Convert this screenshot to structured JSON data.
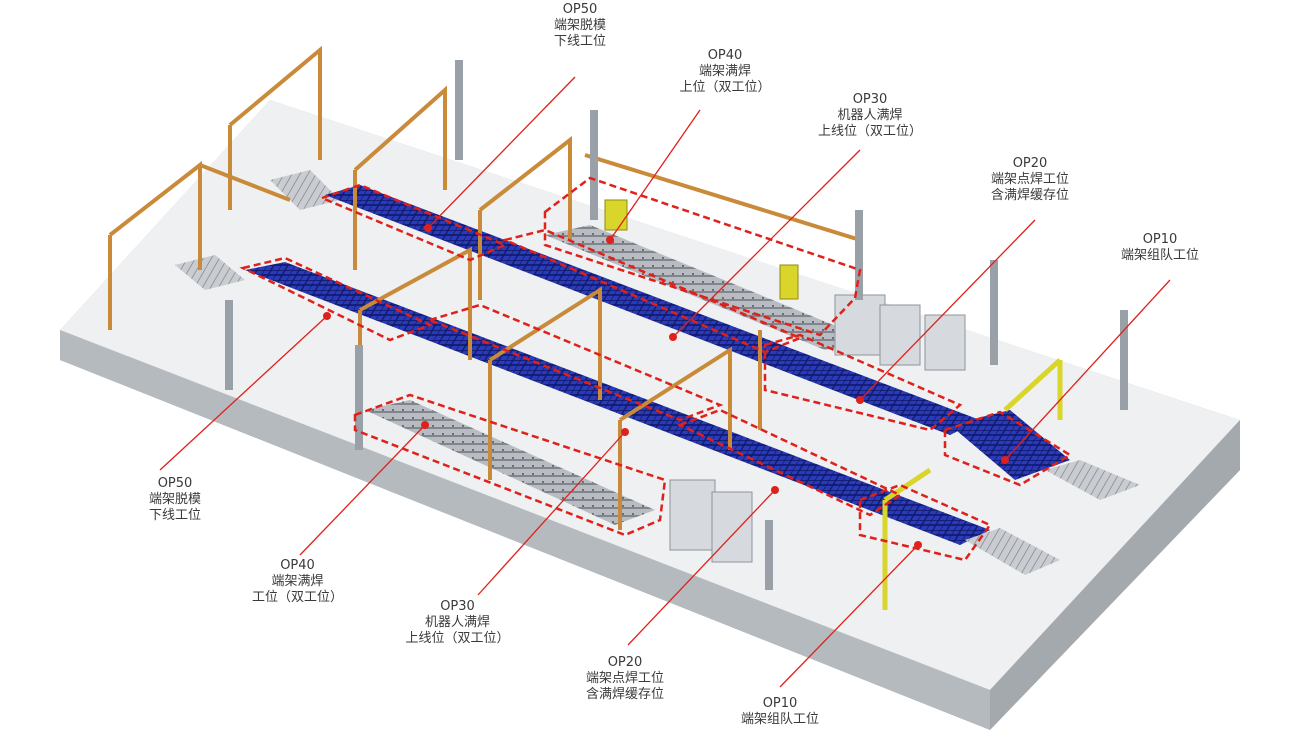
{
  "colors": {
    "accent_red": "#e0201b",
    "frame_orange": "#c98a3a",
    "fixture_blue": "#1f2f9e",
    "floor": "#eceeef",
    "column_grey": "#9aa0a8",
    "robot_yellow": "#d9d52a"
  },
  "callouts": {
    "top": [
      {
        "code": "OP50",
        "lines": [
          "端架脱模",
          "下线工位"
        ]
      },
      {
        "code": "OP40",
        "lines": [
          "端架满焊",
          "上位（双工位）"
        ]
      },
      {
        "code": "OP30",
        "lines": [
          "机器人满焊",
          "上线位（双工位）"
        ]
      },
      {
        "code": "OP20",
        "lines": [
          "端架点焊工位",
          "含满焊缓存位"
        ]
      },
      {
        "code": "OP10",
        "lines": [
          "端架组队工位"
        ]
      }
    ],
    "bottom": [
      {
        "code": "OP50",
        "lines": [
          "端架脱模",
          "下线工位"
        ]
      },
      {
        "code": "OP40",
        "lines": [
          "端架满焊",
          "工位（双工位）"
        ]
      },
      {
        "code": "OP30",
        "lines": [
          "机器人满焊",
          "上线位（双工位）"
        ]
      },
      {
        "code": "OP20",
        "lines": [
          "端架点焊工位",
          "含满焊缓存位"
        ]
      },
      {
        "code": "OP10",
        "lines": [
          "端架组队工位"
        ]
      }
    ]
  }
}
